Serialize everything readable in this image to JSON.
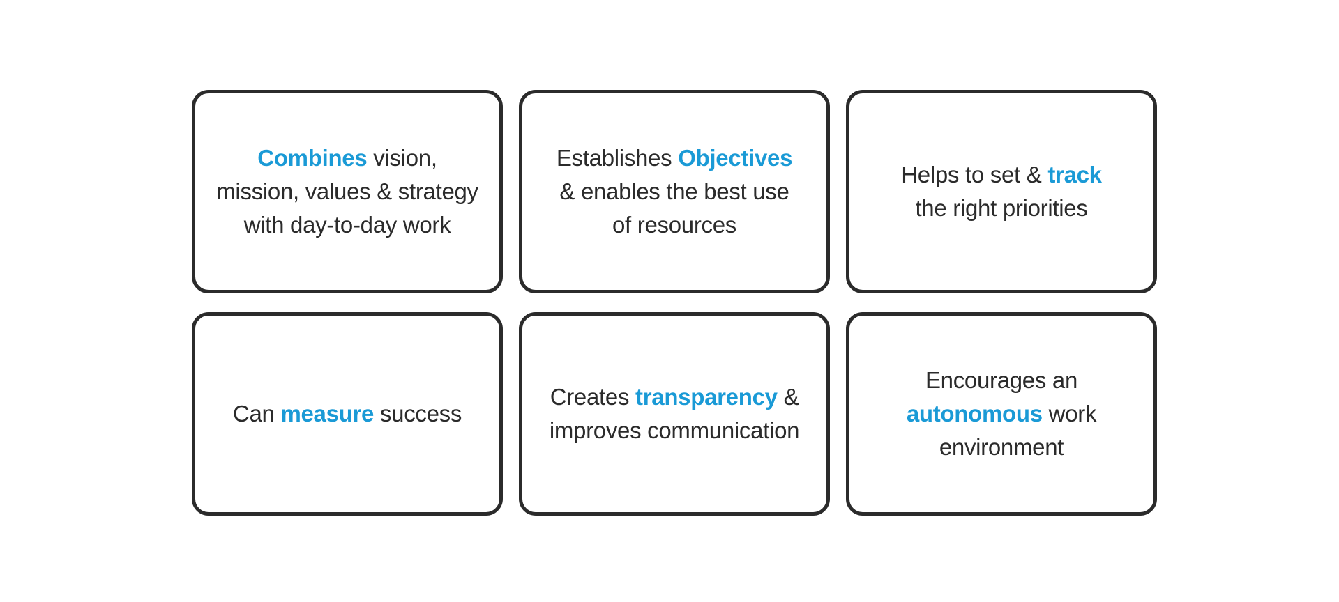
{
  "accent_color": "#1a9ad6",
  "text_color": "#2b2b2b",
  "border_color": "#2b2b2b",
  "cards": [
    {
      "lines": [
        [
          {
            "text": "Combines",
            "hl": true
          },
          {
            "text": " vision,",
            "hl": false
          }
        ],
        [
          {
            "text": "mission, values & strategy",
            "hl": false
          }
        ],
        [
          {
            "text": "with day-to-day work",
            "hl": false
          }
        ]
      ]
    },
    {
      "lines": [
        [
          {
            "text": "Establishes ",
            "hl": false
          },
          {
            "text": "Objectives",
            "hl": true
          }
        ],
        [
          {
            "text": "& enables the best use",
            "hl": false
          }
        ],
        [
          {
            "text": "of resources",
            "hl": false
          }
        ]
      ]
    },
    {
      "lines": [
        [
          {
            "text": "Helps to set & ",
            "hl": false
          },
          {
            "text": "track",
            "hl": true
          }
        ],
        [
          {
            "text": "the right priorities",
            "hl": false
          }
        ]
      ]
    },
    {
      "lines": [
        [
          {
            "text": "Can ",
            "hl": false
          },
          {
            "text": "measure",
            "hl": true
          },
          {
            "text": " success",
            "hl": false
          }
        ]
      ]
    },
    {
      "lines": [
        [
          {
            "text": "Creates ",
            "hl": false
          },
          {
            "text": "transparency",
            "hl": true
          },
          {
            "text": " &",
            "hl": false
          }
        ],
        [
          {
            "text": "improves communication",
            "hl": false
          }
        ]
      ]
    },
    {
      "lines": [
        [
          {
            "text": "Encourages an",
            "hl": false
          }
        ],
        [
          {
            "text": "autonomous",
            "hl": true
          },
          {
            "text": " work",
            "hl": false
          }
        ],
        [
          {
            "text": "environment",
            "hl": false
          }
        ]
      ]
    }
  ]
}
